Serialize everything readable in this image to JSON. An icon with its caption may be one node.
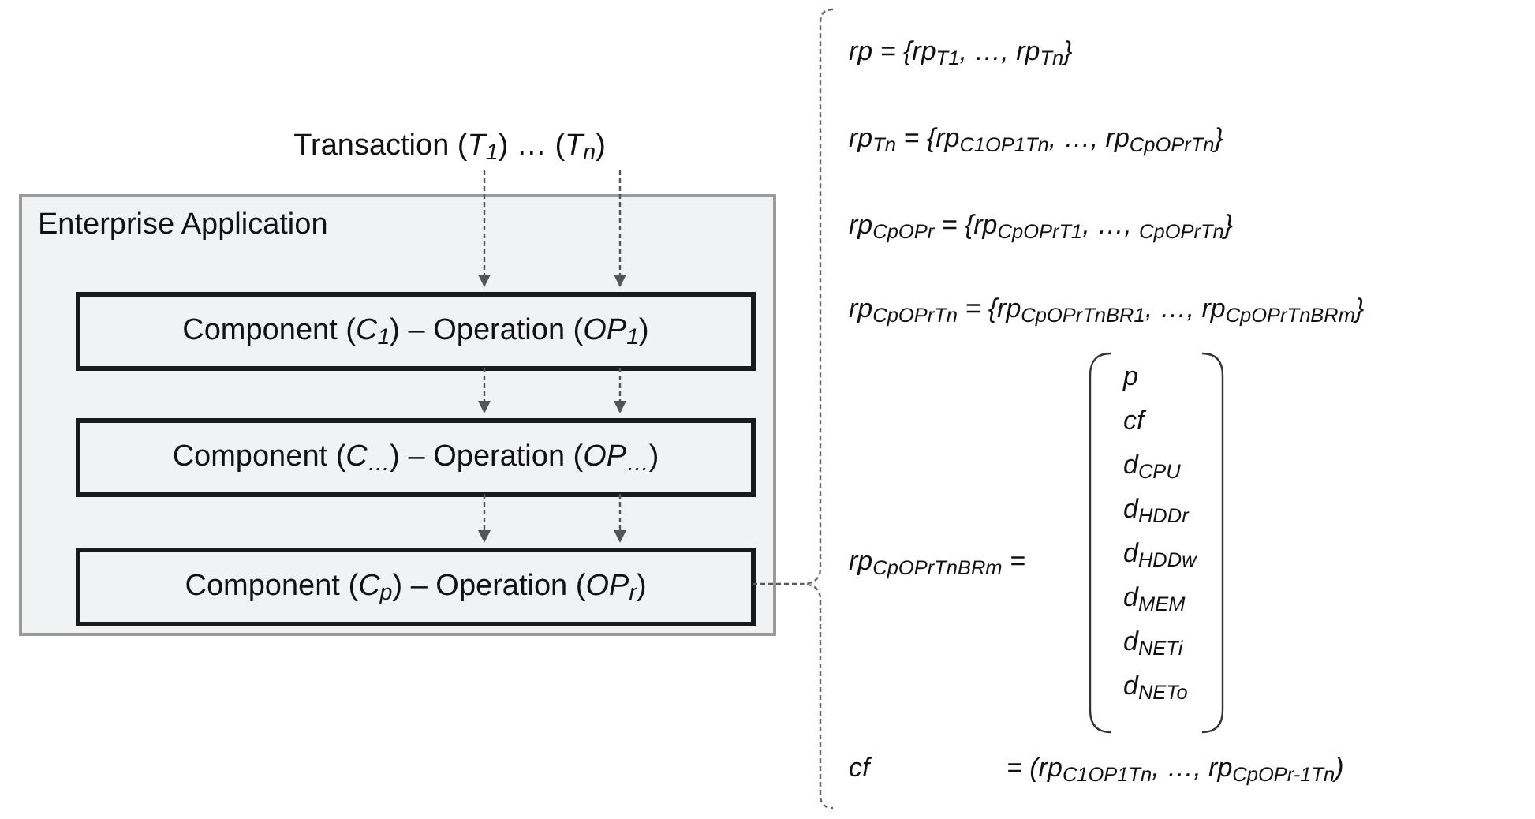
{
  "diagram": {
    "nodes": [
      {
        "text": [
          "Transaction (*T*$_{1}$) …  (*T*$_{n}$)"
        ]
      },
      {
        "text": [
          "Enterprise Application"
        ]
      },
      {
        "text": [
          "Component (*C*$_{1}$) – Operation (*OP*$_{1}$)"
        ],
        "in": 1
      },
      {
        "text": [
          "Component (*C*$_{…}$) – Operation (*OP*$_{…}$)"
        ],
        "in": 1
      },
      {
        "text": [
          "Component (*C*$_{p}$) – Operation (*OP*$_{r}$)"
        ],
        "in": 1
      },
      {
        "text": [],
        "shape": "bracket"
      }
    ],
    "edges": [
      {
        "from": 0,
        "to": 2,
        "arrow": "to",
        "style": "dashed"
      },
      {
        "from": 0,
        "to": 2,
        "arrow": "to",
        "style": "dashed"
      },
      {
        "from": 2,
        "to": 3,
        "arrow": "to",
        "style": "dashed"
      },
      {
        "from": 2,
        "to": 3,
        "arrow": "to",
        "style": "dashed"
      },
      {
        "from": 3,
        "to": 4,
        "arrow": "to",
        "style": "dashed"
      },
      {
        "from": 3,
        "to": 4,
        "arrow": "to",
        "style": "dashed"
      },
      {
        "from": 4,
        "to": 5,
        "arrow": "none",
        "style": "dashed"
      }
    ],
    "labels": [
      "rp = {rp$_{T1}$, …, rp$_{Tn}$}",
      "rp$_{Tn}$ = {rp$_{C1OP1Tn}$, …, rp$_{CpOPrTn}$}",
      "rp$_{CpOPr}$ = {rp$_{CpOPrT1}$, …, $_{CpOPrTn}$}",
      "rp$_{CpOPrTn}$ = {rp$_{CpOPrTnBR1}$, …, rp$_{CpOPrTnBRm}$}",
      "p",
      "cf",
      "d$_{CPU}$",
      "d$_{HDDr}$",
      "d$_{HDDw}$",
      "d$_{MEM}$",
      "d$_{NETi}$",
      "d$_{NETo}$",
      "rp$_{CpOPrTnBRm}$ =",
      "cf",
      "= (rp$_{C1OP1Tn}$, …, rp$_{CpOPr-1Tn}$)"
    ]
  }
}
